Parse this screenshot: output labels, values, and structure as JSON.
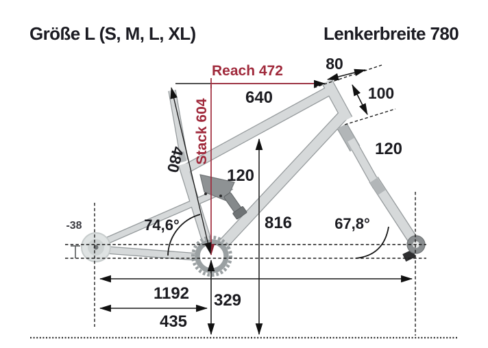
{
  "header": {
    "size_title": "Größe L (S, M, L, XL)",
    "handlebar_title": "Lenkerbreite 780"
  },
  "labels": {
    "reach": "Reach 472",
    "stack": "Stack 604",
    "top_tube_horizontal": "640",
    "stem_length": "80",
    "head_tube_length": "100",
    "fork_travel": "120",
    "rear_travel": "120",
    "seat_tube_length": "480",
    "standover_height": "816",
    "seat_tube_angle": "74,6°",
    "head_tube_angle": "67,8°",
    "bb_drop": "-38",
    "wheelbase": "1192",
    "chainstay_length": "435",
    "bb_height": "329"
  },
  "colors": {
    "accent_red": "#a02a3c",
    "text_dark": "#1b1b20",
    "frame_fill": "#d6d9da",
    "frame_stroke": "#94999b",
    "dark_part": "#85898b"
  }
}
